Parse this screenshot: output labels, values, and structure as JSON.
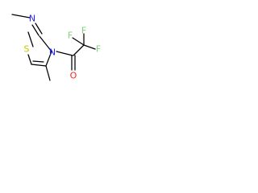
{
  "molecule": {
    "atoms": {
      "sulfur": {
        "label": "S",
        "color": "#c6c600"
      },
      "ring_nitrogen": {
        "label": "N",
        "color": "#1f1fff"
      },
      "imine_nitrogen": {
        "label": "N",
        "color": "#1f1fff"
      },
      "carbonyl_oxygen": {
        "label": "O",
        "color": "#ff1f1f"
      },
      "fluorine_left": {
        "label": "F",
        "color": "#7fd17f"
      },
      "fluorine_top": {
        "label": "F",
        "color": "#7fd17f"
      },
      "fluorine_right": {
        "label": "F",
        "color": "#7fd17f"
      }
    },
    "bond_color": "#000000"
  }
}
